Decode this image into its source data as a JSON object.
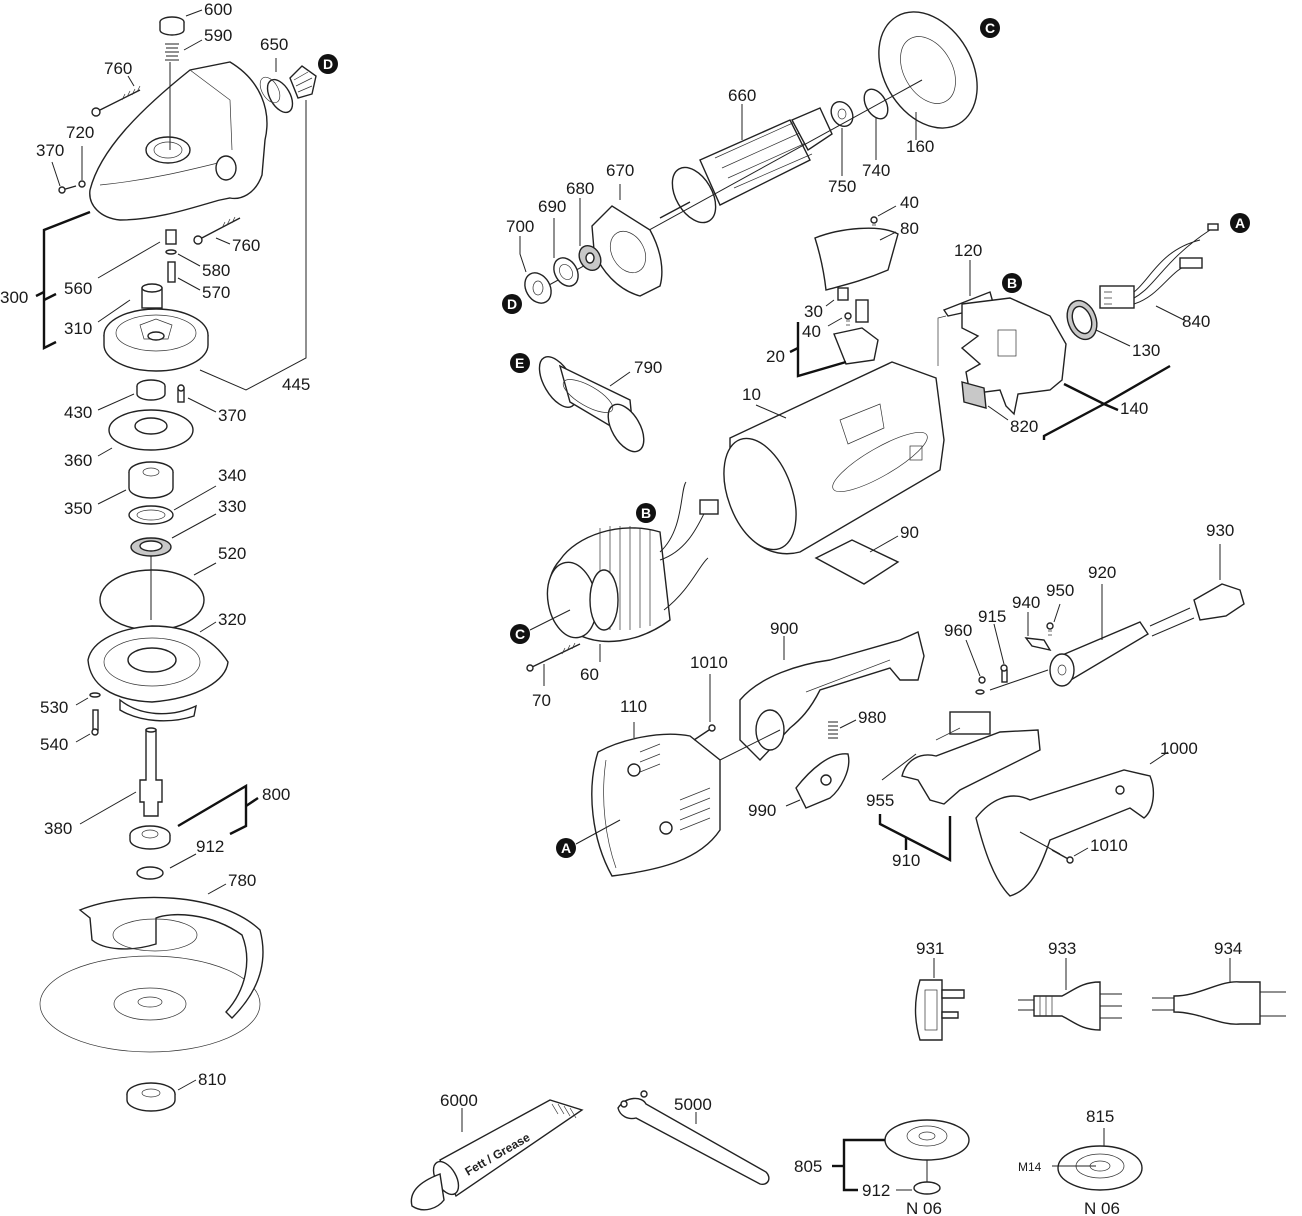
{
  "title": "Angle grinder exploded parts diagram",
  "labels": {
    "p600": "600",
    "p590": "590",
    "p650": "650",
    "p760a": "760",
    "p760b": "760",
    "p720": "720",
    "p370a": "370",
    "p370b": "370",
    "p300": "300",
    "p560": "560",
    "p580": "580",
    "p570": "570",
    "p310": "310",
    "p445": "445",
    "p430": "430",
    "p360": "360",
    "p340": "340",
    "p350": "350",
    "p330": "330",
    "p520": "520",
    "p320": "320",
    "p530": "530",
    "p540": "540",
    "p800": "800",
    "p380": "380",
    "p912a": "912",
    "p780": "780",
    "p810": "810",
    "p660": "660",
    "p160": "160",
    "p750": "750",
    "p740": "740",
    "p670": "670",
    "p680": "680",
    "p690": "690",
    "p700": "700",
    "p40a": "40",
    "p80": "80",
    "p120": "120",
    "p840": "840",
    "p30": "30",
    "p40b": "40",
    "p20": "20",
    "p130": "130",
    "p140": "140",
    "p820": "820",
    "p790": "790",
    "p10": "10",
    "p90": "90",
    "p930": "930",
    "p920": "920",
    "p950": "950",
    "p940": "940",
    "p915": "915",
    "p960": "960",
    "p900": "900",
    "p1010a": "1010",
    "p110": "110",
    "p70": "70",
    "p60": "60",
    "p980": "980",
    "p990": "990",
    "p955": "955",
    "p1000": "1000",
    "p910": "910",
    "p1010b": "1010",
    "p931": "931",
    "p933": "933",
    "p934": "934",
    "p6000": "6000",
    "p5000": "5000",
    "p805": "805",
    "p912b": "912",
    "p815": "815",
    "m14": "M14",
    "n06a": "N 06",
    "n06b": "N 06"
  },
  "connectors": {
    "A": "A",
    "B": "B",
    "C": "C",
    "D": "D",
    "E": "E"
  },
  "tube_print": "Fett / Grease"
}
